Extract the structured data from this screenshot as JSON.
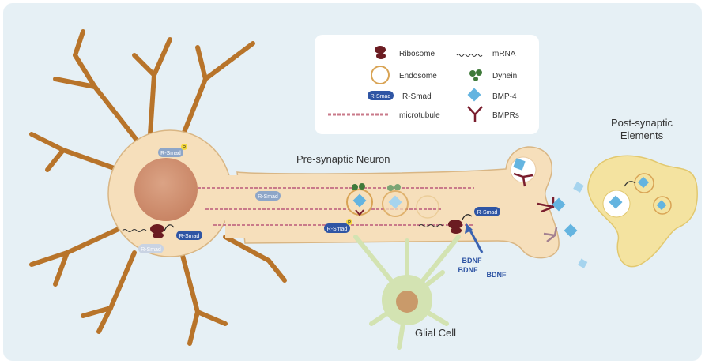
{
  "labels": {
    "pre_synaptic": "Pre-synaptic Neuron",
    "post_synaptic_line1": "Post-synaptic",
    "post_synaptic_line2": "Elements",
    "glial": "Glial Cell",
    "bdnf": "BDNF"
  },
  "legend": {
    "ribosome": "Ribosome",
    "mrna": "mRNA",
    "endosome": "Endosome",
    "dynein": "Dynein",
    "rsmad": "R-Smad",
    "bmp4": "BMP-4",
    "microtubule": "microtubule",
    "bmprs": "BMPRs"
  },
  "badge_text": "R-Smad",
  "phospho_text": "P",
  "colors": {
    "background": "#e6f0f5",
    "neuron_fill": "#f6dfbb",
    "neuron_edge": "#d9b684",
    "nucleus": "#d49a7a",
    "dendrite": "#b8742a",
    "glial": "#d3e3b2",
    "post_synaptic": "#f4e3a0",
    "rsmad": "#2f55a4",
    "rsmad_faded": "#8ea6c8",
    "ribosome": "#6b1c22",
    "dynein": "#3f7a3a",
    "bmp4": "#64b4e0",
    "bmpr": "#7a1e2e",
    "microtubule": "#c97a8a",
    "endosome": "#d9a455",
    "phospho": "#f5d83a",
    "arrow": "#3a62b0"
  }
}
